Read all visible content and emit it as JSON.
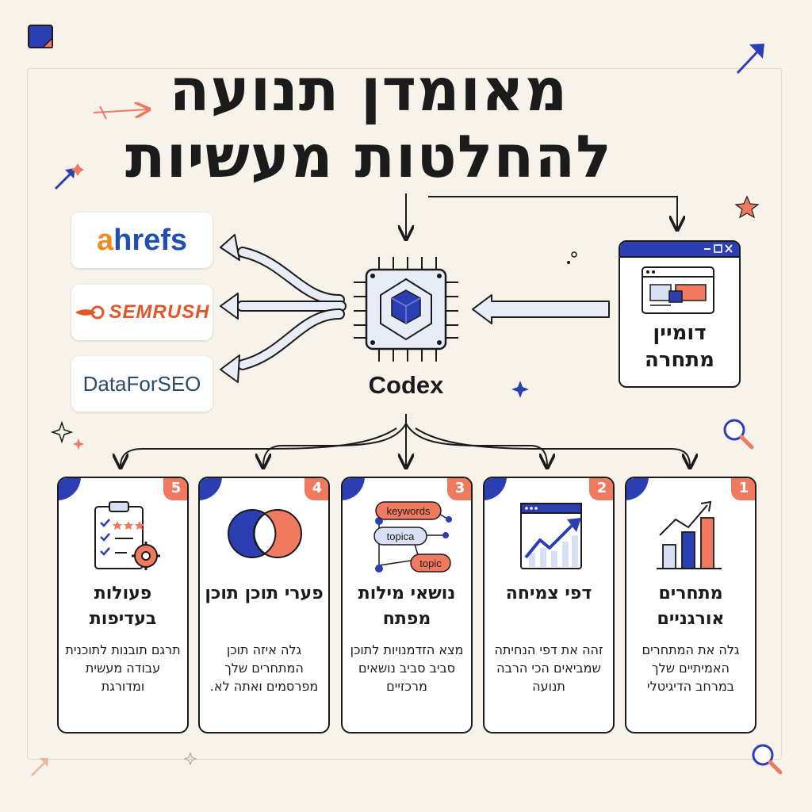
{
  "title": "מאומדן תנועה להחלטות מעשיות",
  "tools": {
    "ahrefs_a": "a",
    "ahrefs_rest": "hrefs",
    "semrush": "SEMRUSH",
    "dataforseo": "DataForSEO"
  },
  "center_label": "Codex",
  "input_label": "דומיין מתחרה",
  "cards": [
    {
      "num": "1",
      "title": "מתחרים אורגניים",
      "desc": "גלה את המתחרים האמיתיים שלך במרחב הדיגיטלי"
    },
    {
      "num": "2",
      "title": "דפי צמיחה",
      "desc": "זהה את דפי הנחיתה שמביאים הכי הרבה תנועה"
    },
    {
      "num": "3",
      "title": "נושאי מילות מפתח",
      "desc": "מצא הזדמנויות לתוכן סביב סביב נושאים מרכזיים"
    },
    {
      "num": "4",
      "title": "פערי תוכן תוכן",
      "desc": "גלה איזה תוכן המתחרים שלך מפרסמים ואתה לא."
    },
    {
      "num": "5",
      "title": "פעולות בעדיפות",
      "desc": "תרגם תובנות לתוכנית עבודה מעשית ומדורגת"
    }
  ],
  "keyword_tags": [
    "keywords",
    "topica",
    "topic"
  ],
  "colors": {
    "accent_blue": "#2c3fb2",
    "accent_coral": "#f07a5f",
    "background": "#f7f2ea"
  }
}
